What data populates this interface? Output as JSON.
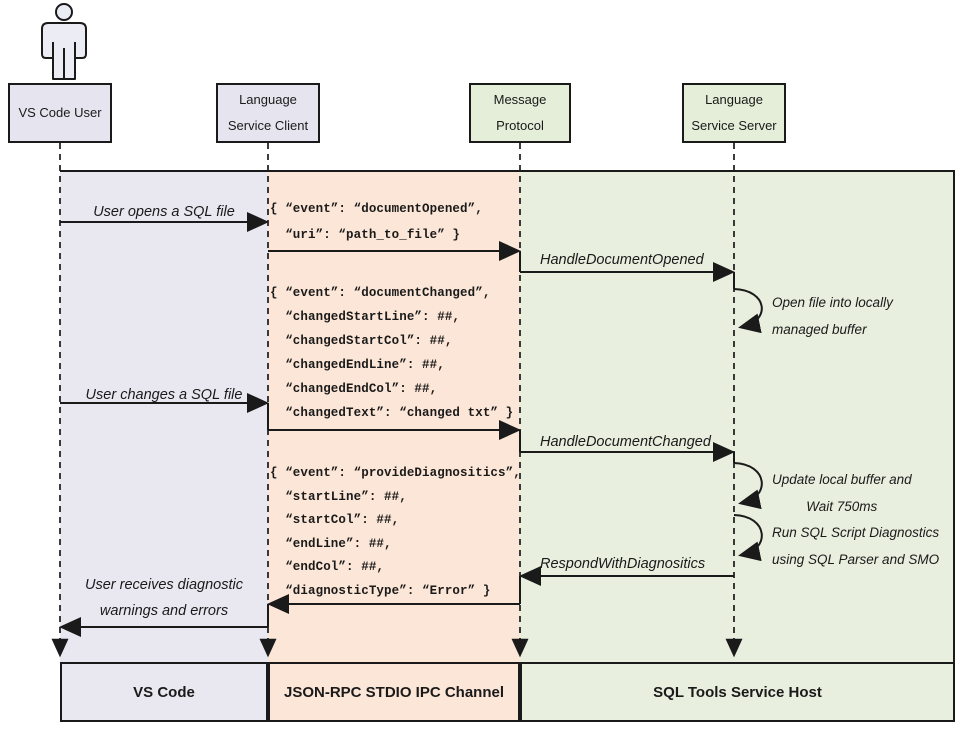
{
  "colors": {
    "lane_vscode": "#e9e8f1",
    "lane_ipc_channel": "#fce6d7",
    "lane_service_host": "#e8efdf",
    "stroke": "#1a1a1a"
  },
  "header": {
    "actors": [
      {
        "label": "VS Code User"
      },
      {
        "label": "Language\nService Client"
      },
      {
        "label": "Message\nProtocol"
      },
      {
        "label": "Language\nService Server"
      }
    ]
  },
  "lanes": [
    {
      "label": "VS Code"
    },
    {
      "label": "JSON-RPC STDIO IPC Channel"
    },
    {
      "label": "SQL Tools Service Host"
    }
  ],
  "messages": {
    "user_opens_file": "User opens a SQL file",
    "json_document_opened": "{ “event”: “documentOpened”,\n  “uri”: “path_to_file” }",
    "handle_document_opened": "HandleDocumentOpened",
    "loop_open_file": "Open file into locally\nmanaged buffer",
    "json_document_changed": "{ “event”: “documentChanged”,\n  “changedStartLine”: ##,\n  “changedStartCol”: ##,\n  “changedEndLine”: ##,\n  “changedEndCol”: ##,\n  “changedText”: “changed txt” }",
    "user_changes_file": "User changes a SQL file",
    "handle_document_changed": "HandleDocumentChanged",
    "loop_update_buffer": "Update local buffer and\nWait 750ms",
    "loop_run_diagnostics": "Run SQL Script Diagnostics\nusing SQL Parser and SMO",
    "respond_with_diagnostics": "RespondWithDiagnositics",
    "json_provide_diagnostics": "{ “event”: “provideDiagnositics”,\n  “startLine”: ##,\n  “startCol”: ##,\n  “endLine”: ##,\n  “endCol”: ##,\n  “diagnosticType”: “Error” }",
    "user_receives_diagnostics": "User receives diagnostic\nwarnings and errors"
  }
}
